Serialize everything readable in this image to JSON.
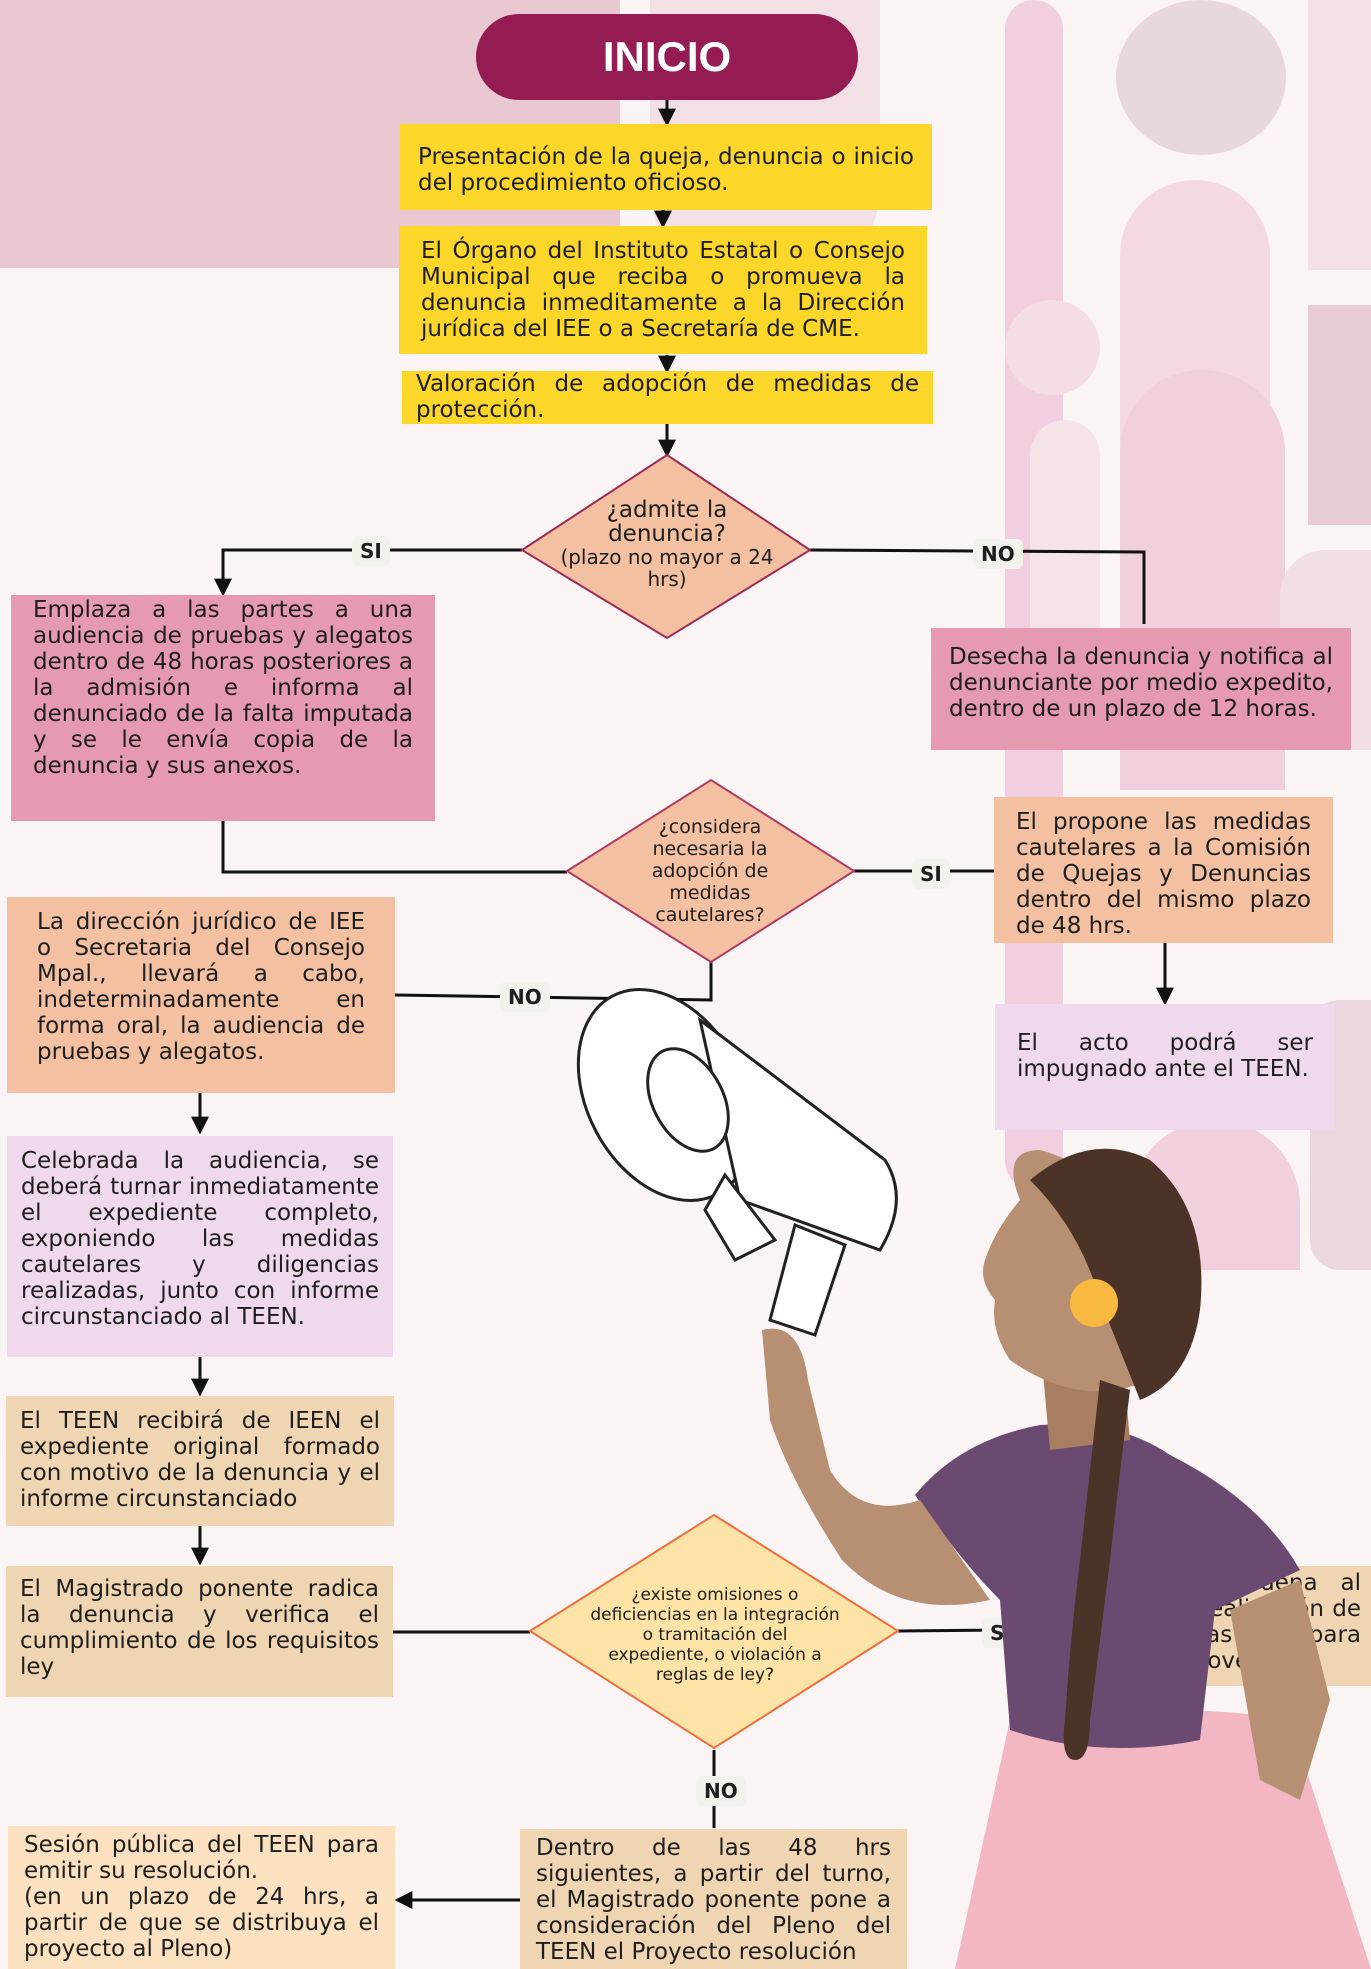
{
  "start": "INICIO",
  "steps": {
    "presentation": "Presentación de la queja, denuncia  o inicio del procedimiento oficioso.",
    "organ": "El Órgano del Instituto Estatal o Consejo Municipal que reciba o promueva la denuncia inmeditamente a la Dirección jurídica del IEE o a Secretaría de CME.",
    "valuation": "Valoración de adopción de medidas de protección.",
    "summon": "Emplaza a las partes a una audiencia de pruebas y alegatos dentro de 48 horas posteriores a la admisión e informa al denunciado de la falta imputada y se le envía copia de la denuncia y sus anexos.",
    "dismiss": "Desecha la denuncia y notifica al denunciante por medio expedito, dentro de un plazo de 12 horas.",
    "propose": "El propone las medidas cautelares a la Comisión de Quejas y Denuncias dentro del mismo plazo de 48 hrs.",
    "challenge": "El acto podrá ser impugnado ante el TEEN.",
    "legal_direction": "La dirección jurídico de IEE o Secretaria del Consejo Mpal., llevará a cabo, indeterminadamente en forma oral, la audiencia de pruebas y alegatos.",
    "held_hearing": "Celebrada la audiencia, se deberá turnar inmediatamente el expediente completo, exponiendo las medidas cautelares y diligencias realizadas, junto con informe circunstanciado al TEEN.",
    "teen_receives": "El TEEN recibirá de IEEN el expediente original formado con motivo de la denuncia y el informe circunstanciado",
    "magistrate": "El Magistrado ponente radica la denuncia y verifica el cumplimiento de los requisitos ley",
    "teen_orders": "El TEEN ordena al IEEN la realización de diligencias para mejor proveer.",
    "within_48": "Dentro de las 48 hrs siguientes, a partir del turno, el Magistrado ponente pone a consideración del Pleno del TEEN el Proyecto resolución",
    "public_session_main": "Sesión pública del TEEN para emitir su resolución.",
    "public_session_note": "(en un plazo de 24 hrs, a partir de que se distribuya el proyecto al Pleno)"
  },
  "decisions": {
    "admit_line1": "¿admite la denuncia?",
    "admit_line2": "(plazo no mayor a 24 hrs)",
    "precautionary": "¿considera necesaria la adopción de medidas cautelares?",
    "omissions": "¿existe omisiones o deficiencias en la integración o tramitación del expediente, o violación a reglas de ley?"
  },
  "labels": {
    "yes": "SI",
    "no": "NO"
  },
  "colors": {
    "start_fill": "#951c53",
    "yellow": "#fdd62a",
    "rose": "#e69ab0",
    "peach": "#f4c0a2",
    "lilac": "#f0d9ec",
    "sand": "#f0d5b3",
    "diamond_bottom": "#fde3a6"
  }
}
